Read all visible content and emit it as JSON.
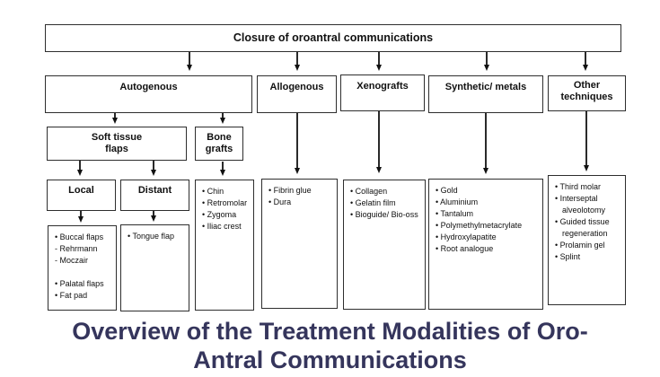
{
  "flowchart": {
    "root": "Closure of oroantral communications",
    "categories": {
      "autogenous": "Autogenous",
      "allogenous": "Allogenous",
      "xenografts": "Xenografts",
      "synthetic_metals": "Synthetic/ metals",
      "other_techniques": "Other\ntechniques"
    },
    "autogenous_subtypes": {
      "soft_tissue_flaps": "Soft tissue\nflaps",
      "bone_grafts": "Bone\ngrafts",
      "local": "Local",
      "distant": "Distant"
    },
    "lists": {
      "local_flaps": [
        "• Buccal flaps",
        "- Rehrmann",
        "- Moczair",
        "",
        "• Palatal flaps",
        "• Fat pad"
      ],
      "distant_flaps": [
        "• Tongue flap"
      ],
      "bone_graft_sites": [
        "• Chin",
        "• Retromolar",
        "• Zygoma",
        "• Iliac crest"
      ],
      "allogenous_items": [
        "• Fibrin glue",
        "• Dura"
      ],
      "xenograft_items": [
        "• Collagen",
        "• Gelatin film",
        "• Bioguide/ Bio-oss"
      ],
      "synthetic_items": [
        "• Gold",
        "• Aluminium",
        "• Tantalum",
        "• Polymethylmetacrylate",
        "• Hydroxylapatite",
        "• Root analogue"
      ],
      "other_items": [
        "• Third molar",
        "• Interseptal alveolotomy",
        "• Guided tissue regeneration",
        "• Prolamin gel",
        "• Splint"
      ]
    }
  },
  "caption": {
    "line1": "Overview of the Treatment Modalities of Oro-",
    "line2": "Antral Communications",
    "color": "#35355c"
  },
  "colors": {
    "background": "#ffffff",
    "box_border": "#2e2e2e",
    "text": "#111111"
  }
}
